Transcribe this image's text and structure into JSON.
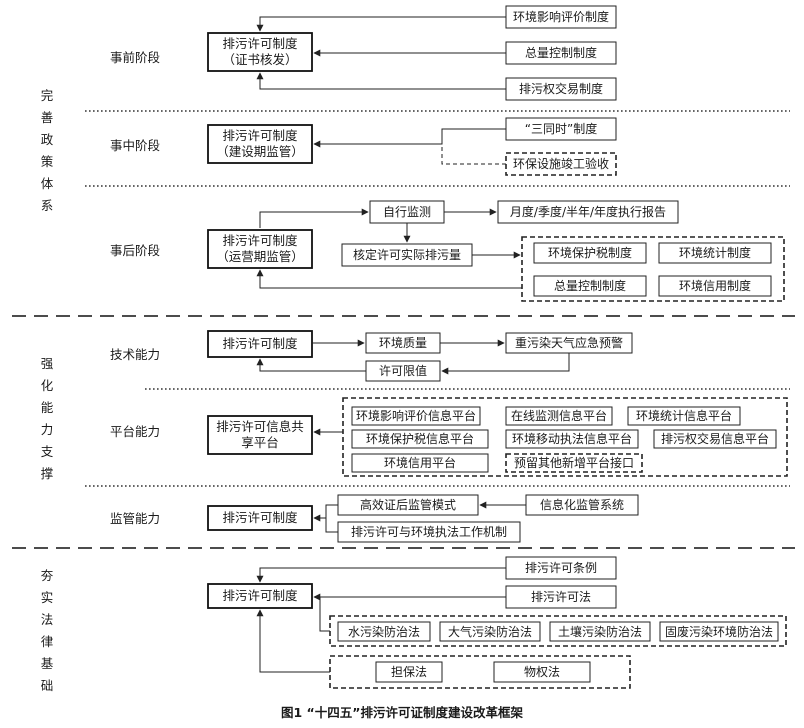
{
  "sections": [
    {
      "label": "完善政策体系"
    },
    {
      "label": "强化能力支撑"
    },
    {
      "label": "夯实法律基础"
    }
  ],
  "stages": {
    "shiqian": "事前阶段",
    "shizhong": "事中阶段",
    "shihou": "事后阶段",
    "jishu": "技术能力",
    "pingtai": "平台能力",
    "jianguan": "监管能力"
  },
  "main": {
    "m1_l1": "排污许可制度",
    "m1_l2": "（证书核发）",
    "m2_l1": "排污许可制度",
    "m2_l2": "（建设期监管）",
    "m3_l1": "排污许可制度",
    "m3_l2": "（运营期监管）",
    "m4": "排污许可制度",
    "m5_l1": "排污许可信息共",
    "m5_l2": "享平台",
    "m6": "排污许可制度",
    "m7": "排污许可制度"
  },
  "boxes": {
    "b_eia": "环境影响评价制度",
    "b_total1": "总量控制制度",
    "b_trade": "排污权交易制度",
    "b_three": "“三同时”制度",
    "b_accept": "环保设施竣工验收",
    "b_selfmon": "自行监测",
    "b_report": "月度/季度/半年/年度执行报告",
    "b_verify": "核定许可实际排污量",
    "b_tax": "环境保护税制度",
    "b_stat": "环境统计制度",
    "b_total2": "总量控制制度",
    "b_credit": "环境信用制度",
    "b_envq": "环境质量",
    "b_alert": "重污染天气应急预警",
    "b_limit": "许可限值",
    "p_eia": "环境影响评价信息平台",
    "p_online": "在线监测信息平台",
    "p_stat": "环境统计信息平台",
    "p_tax": "环境保护税信息平台",
    "p_enforce": "环境移动执法信息平台",
    "p_trade": "排污权交易信息平台",
    "p_credit": "环境信用平台",
    "p_reserve": "预留其他新增平台接口",
    "s_mode": "高效证后监管模式",
    "s_info": "信息化监管系统",
    "s_mech": "排污许可与环境执法工作机制",
    "l_reg": "排污许可条例",
    "l_law": "排污许可法",
    "l_water": "水污染防治法",
    "l_air": "大气污染防治法",
    "l_soil": "土壤污染防治法",
    "l_solid": "固废污染环境防治法",
    "l_guar": "担保法",
    "l_prop": "物权法"
  },
  "caption": "图1  “十四五”排污许可证制度建设改革框架"
}
